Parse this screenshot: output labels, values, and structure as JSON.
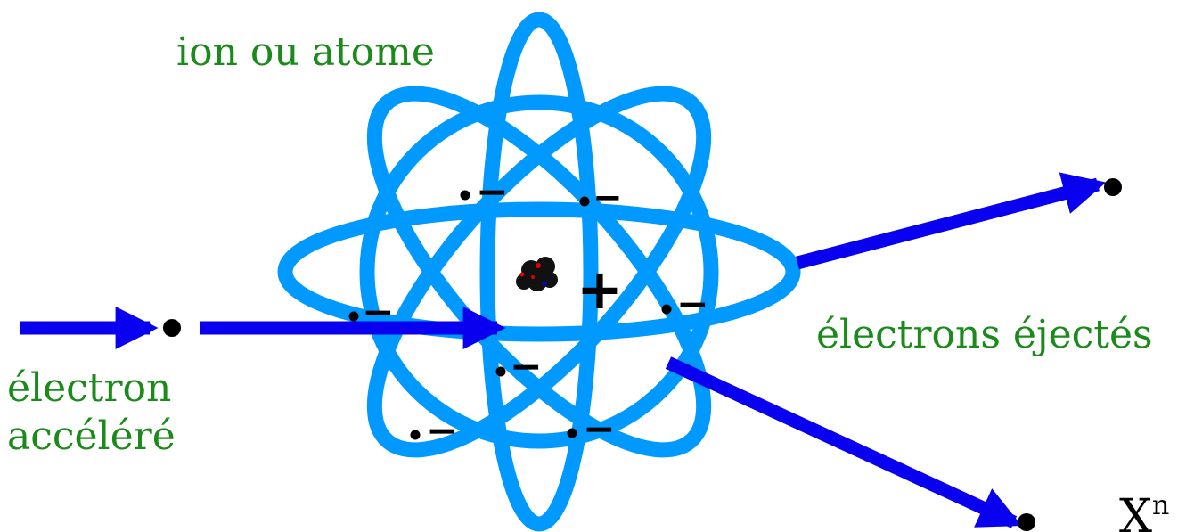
{
  "labels": {
    "atom": "ion ou atome",
    "incoming_line1": "électron",
    "incoming_line2": "accéléré",
    "ejected": "électrons éjectés",
    "ion_symbol": "X",
    "ion_superscript": "n"
  },
  "charges": {
    "plus": "+",
    "minus": "−"
  },
  "colors": {
    "orbit": "#0099ff",
    "arrow": "#0a00f0",
    "label": "#1a8a1a",
    "electron": "#000000"
  }
}
